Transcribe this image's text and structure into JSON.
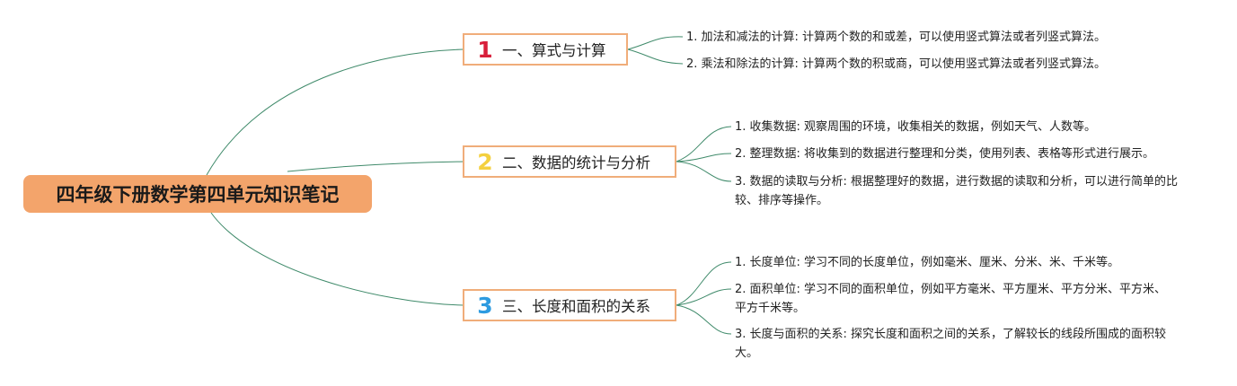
{
  "root": {
    "title": "四年级下册数学第四单元知识笔记"
  },
  "colors": {
    "root_fill": "#f3a46b",
    "branch_border": "#f0ad7a",
    "connector": "#3f8a6a"
  },
  "branches": [
    {
      "number": "1",
      "number_color": "#d81f3b",
      "title": "一、算式与计算",
      "items": [
        "1. 加法和减法的计算: 计算两个数的和或差，可以使用竖式算法或者列竖式算法。",
        "2. 乘法和除法的计算: 计算两个数的积或商，可以使用竖式算法或者列竖式算法。"
      ]
    },
    {
      "number": "2",
      "number_color": "#f4d03f",
      "title": "二、数据的统计与分析",
      "items": [
        "1. 收集数据: 观察周围的环境，收集相关的数据，例如天气、人数等。",
        "2. 整理数据: 将收集到的数据进行整理和分类，使用列表、表格等形式进行展示。",
        "3. 数据的读取与分析: 根据整理好的数据，进行数据的读取和分析，可以进行简单的比较、排序等操作。"
      ]
    },
    {
      "number": "3",
      "number_color": "#2e9be0",
      "title": "三、长度和面积的关系",
      "items": [
        "1. 长度单位: 学习不同的长度单位，例如毫米、厘米、分米、米、千米等。",
        "2. 面积单位: 学习不同的面积单位，例如平方毫米、平方厘米、平方分米、平方米、平方千米等。",
        "3. 长度与面积的关系: 探究长度和面积之间的关系，了解较长的线段所围成的面积较大。"
      ]
    }
  ]
}
